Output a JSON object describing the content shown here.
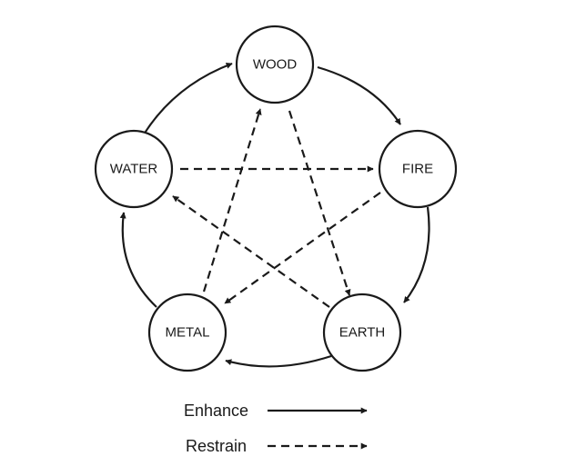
{
  "nodes": {
    "wood": "WOOD",
    "fire": "FIRE",
    "earth": "EARTH",
    "metal": "METAL",
    "water": "WATER"
  },
  "legend": {
    "enhance": "Enhance",
    "restrain": "Restrain"
  },
  "relations": {
    "enhance": [
      {
        "from": "wood",
        "to": "fire"
      },
      {
        "from": "fire",
        "to": "earth"
      },
      {
        "from": "earth",
        "to": "metal"
      },
      {
        "from": "metal",
        "to": "water"
      },
      {
        "from": "water",
        "to": "wood"
      }
    ],
    "restrain": [
      {
        "from": "wood",
        "to": "earth"
      },
      {
        "from": "earth",
        "to": "water"
      },
      {
        "from": "water",
        "to": "fire"
      },
      {
        "from": "fire",
        "to": "metal"
      },
      {
        "from": "metal",
        "to": "wood"
      }
    ]
  },
  "colors": {
    "stroke": "#1a1a1a",
    "background": "#ffffff"
  }
}
